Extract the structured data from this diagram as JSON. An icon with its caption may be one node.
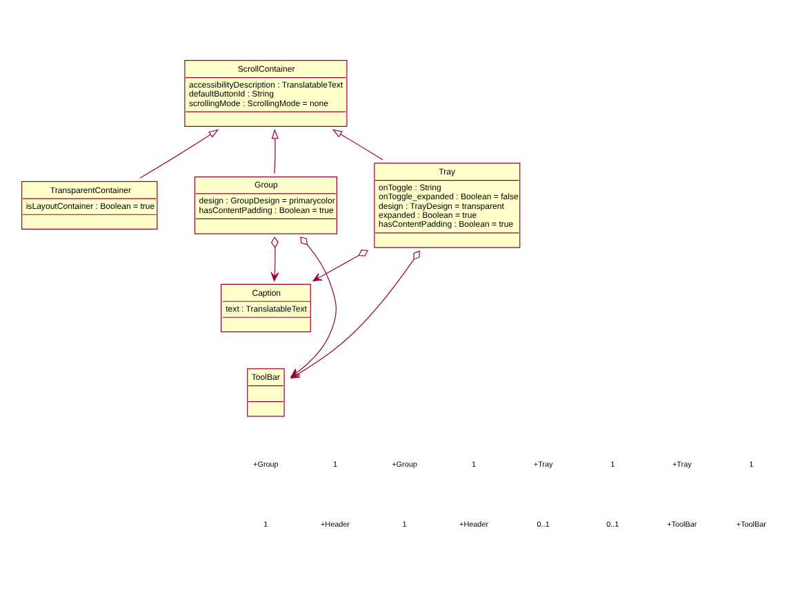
{
  "diagram": {
    "nodes": [
      {
        "text": [
          "ScrollContainer",
          "accessibilityDescription : TranslatableText",
          "defaultButtonId : String",
          "scrollingMode : ScrollingMode = none"
        ]
      },
      {
        "text": [
          "TransparentContainer",
          "isLayoutContainer : Boolean = true"
        ]
      },
      {
        "text": [
          "Group",
          "design : GroupDesign = primarycolor",
          "hasContentPadding : Boolean = true"
        ]
      },
      {
        "text": [
          "Tray",
          "onToggle : String",
          "onToggle_expanded : Boolean = false",
          "design : TrayDesign = transparent",
          "expanded : Boolean = true",
          "hasContentPadding : Boolean = true"
        ]
      },
      {
        "text": [
          "Caption",
          "text : TranslatableText"
        ]
      },
      {
        "text": [
          "ToolBar"
        ]
      }
    ],
    "edges": [
      {
        "from": 1,
        "to": 0,
        "arrow": "to"
      },
      {
        "from": 2,
        "to": 0,
        "arrow": "to"
      },
      {
        "from": 3,
        "to": 0,
        "arrow": "to"
      },
      {
        "from": 2,
        "to": 5,
        "arrow": "to"
      },
      {
        "from": 2,
        "to": 4,
        "arrow": "to"
      },
      {
        "from": 3,
        "to": 4,
        "arrow": "to"
      },
      {
        "from": 3,
        "to": 5,
        "arrow": "to"
      }
    ],
    "labels": [
      "+Group",
      "1",
      "+Group",
      "1",
      "+Tray",
      "1",
      "+Tray",
      "1",
      "1",
      "+Header",
      "1",
      "+Header",
      "0..1",
      "0..1",
      "+ToolBar",
      "+ToolBar"
    ]
  }
}
